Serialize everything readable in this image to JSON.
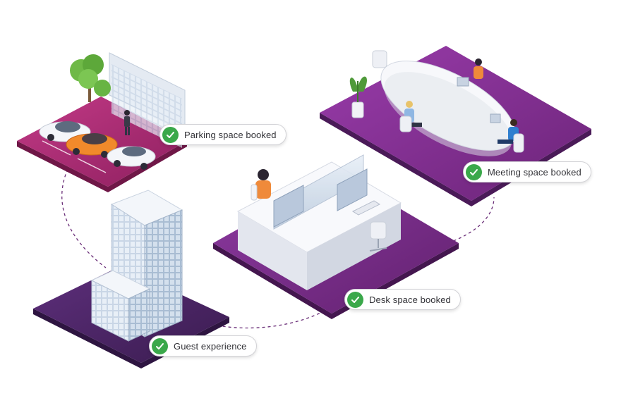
{
  "colors": {
    "parking_platform": "#a8276f",
    "meeting_platform": "#7b2d8c",
    "desk_platform": "#7a2c8a",
    "guest_platform": "#4a2566",
    "connector": "#6a2e78",
    "check": "#3aa84a"
  },
  "zones": [
    {
      "id": "parking",
      "label": "Parking space booked",
      "icon": "check-icon"
    },
    {
      "id": "meeting",
      "label": "Meeting space booked",
      "icon": "check-icon"
    },
    {
      "id": "desk",
      "label": "Desk space booked",
      "icon": "check-icon"
    },
    {
      "id": "guest",
      "label": "Guest experience",
      "icon": "check-icon"
    }
  ]
}
